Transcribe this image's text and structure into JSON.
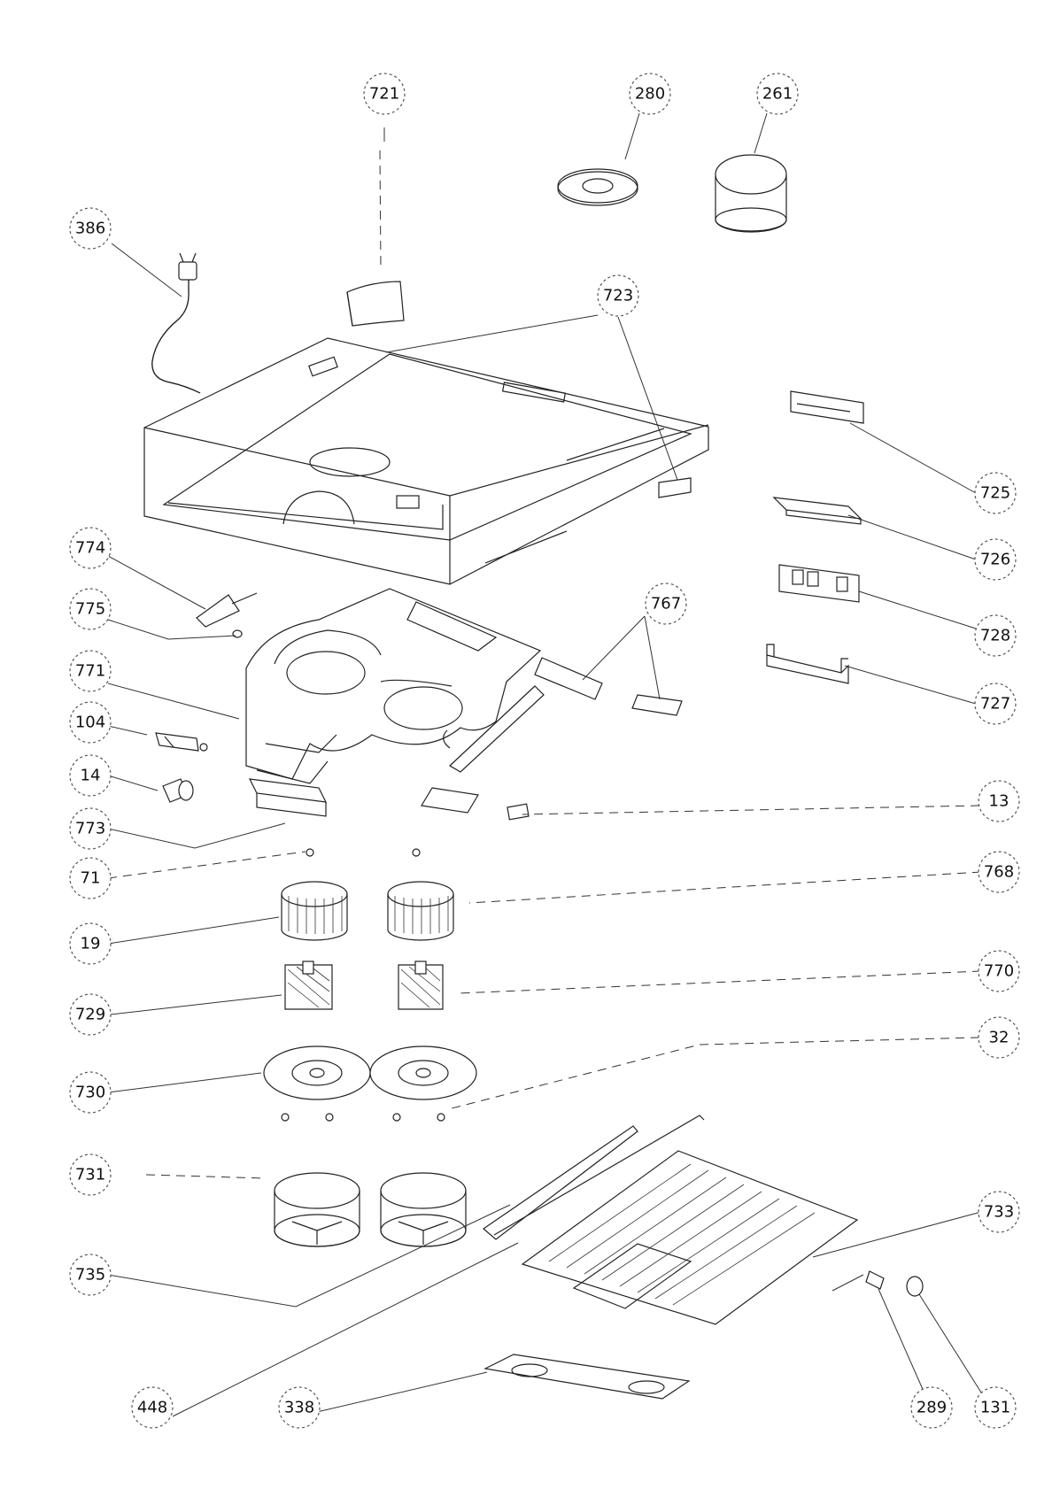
{
  "callouts": {
    "c721": "721",
    "c280": "280",
    "c261": "261",
    "c386": "386",
    "c723": "723",
    "c725": "725",
    "c726": "726",
    "c728": "728",
    "c727": "727",
    "c774": "774",
    "c775": "775",
    "c771": "771",
    "c767": "767",
    "c104": "104",
    "c14": "14",
    "c773": "773",
    "c13": "13",
    "c71": "71",
    "c768": "768",
    "c19": "19",
    "c770": "770",
    "c729": "729",
    "c32": "32",
    "c730": "730",
    "c731": "731",
    "c733": "733",
    "c735": "735",
    "c448": "448",
    "c338": "338",
    "c289": "289",
    "c131": "131"
  }
}
